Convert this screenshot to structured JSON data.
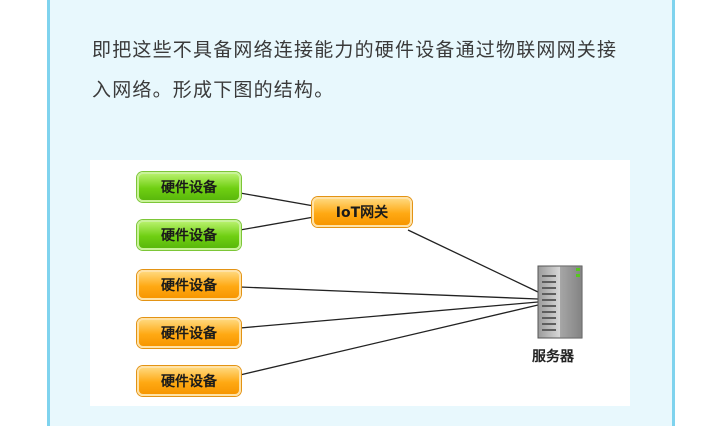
{
  "article": {
    "paragraph": "即把这些不具备网络连接能力的硬件设备通过物联网网关接入网络。形成下图的结构。"
  },
  "diagram": {
    "devices": [
      {
        "label": "硬件设备",
        "color": "green"
      },
      {
        "label": "硬件设备",
        "color": "green"
      },
      {
        "label": "硬件设备",
        "color": "orange"
      },
      {
        "label": "硬件设备",
        "color": "orange"
      },
      {
        "label": "硬件设备",
        "color": "orange"
      }
    ],
    "gateway": {
      "label": "IoT网关"
    },
    "server": {
      "label": "服务器"
    }
  }
}
